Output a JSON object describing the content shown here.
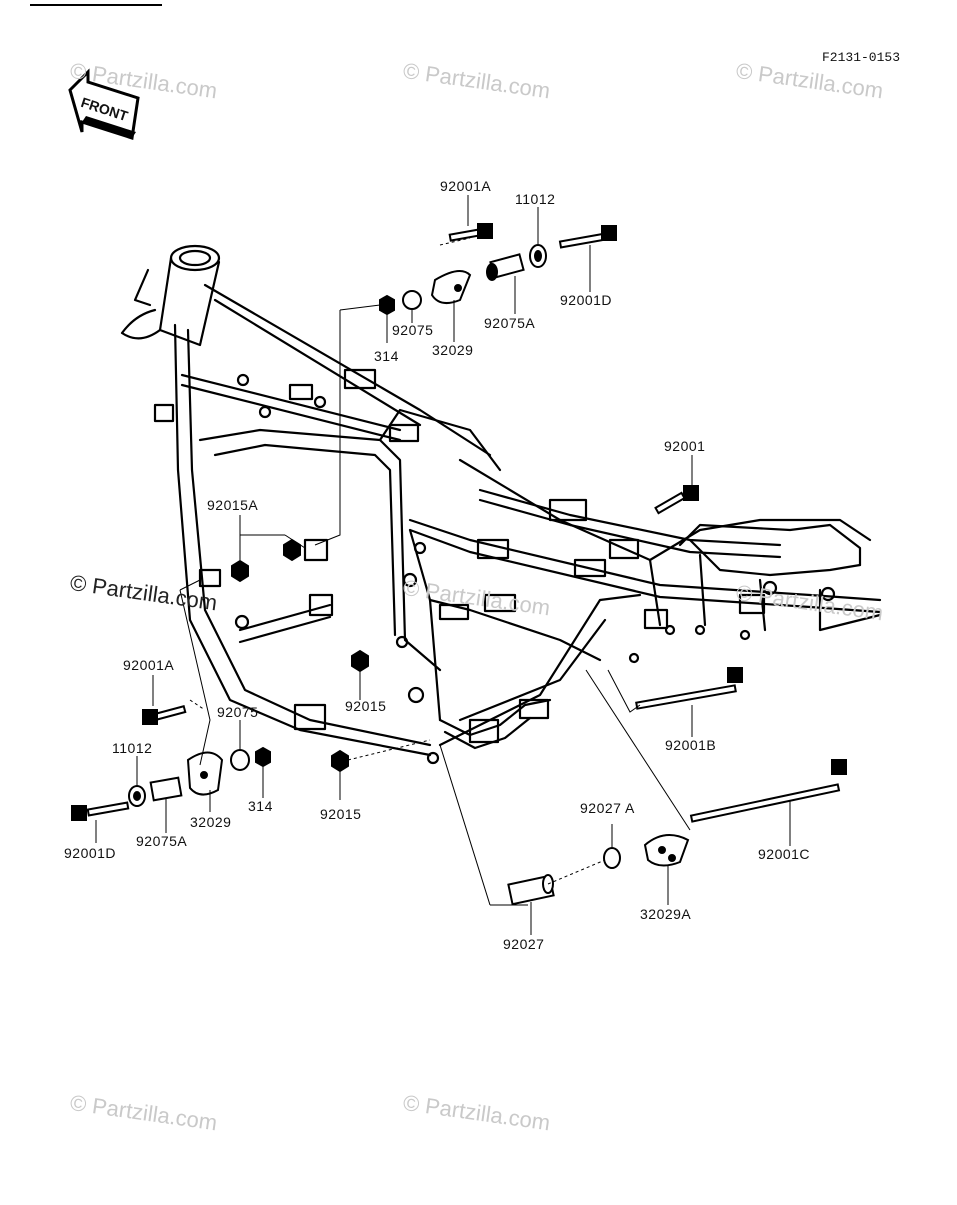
{
  "diagram": {
    "figure_code": "F2131-0153",
    "front_label": "FRONT",
    "watermarks": [
      "© Partzilla.com",
      "© Partzilla.com",
      "© Partzilla.com",
      "© Partzilla.com",
      "© Partzilla.com",
      "© Partzilla.com",
      "© Partzilla.com",
      "© Partzilla.com"
    ],
    "part_labels": {
      "p92001A_top": "92001A",
      "p11012_top": "11012",
      "p92001D_top": "92001D",
      "p92075_top": "92075",
      "p92075A_top": "92075A",
      "p32029_top": "32029",
      "p314_top": "314",
      "p92001": "92001",
      "p92015A": "92015A",
      "p92015_mid": "92015",
      "p92015_low": "92015",
      "p92001A_left": "92001A",
      "p92075_left": "92075",
      "p11012_left": "11012",
      "p32029_left": "32029",
      "p314_left": "314",
      "p92001D_left": "92001D",
      "p92075A_left": "92075A",
      "p92001B": "92001B",
      "p92027A": "92027 A",
      "p32029A": "32029A",
      "p92001C": "92001C",
      "p92027": "92027"
    }
  }
}
